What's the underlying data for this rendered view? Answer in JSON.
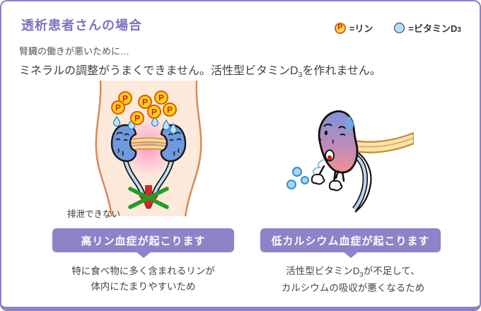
{
  "page": {
    "title": "透析患者さんの場合"
  },
  "legend": {
    "phosphorus_symbol": "P",
    "phosphorus_label": "=リン",
    "vitamin_d_label_pre": "=ビタミンD",
    "vitamin_d_label_sub": "3"
  },
  "intro": {
    "line1": "腎臓の働きが悪いために…",
    "line2_pre": "ミネラルの調整がうまくできません。活性型ビタミンD",
    "line2_sub": "3",
    "line2_post": "を作れません。"
  },
  "left_panel": {
    "excrete_label": "排泄できない",
    "banner_label": "高リン血症が起こります",
    "caption_line1": "特に食べ物に多く含まれるリンが",
    "caption_line2": "体内にたまりやすいため"
  },
  "right_panel": {
    "banner_label": "低カルシウム血症が起こります",
    "caption_line1_pre": "活性型ビタミンD",
    "caption_line1_sub": "3",
    "caption_line1_post": "が不足して、",
    "caption_line2": "カルシウムの吸収が悪くなるため"
  },
  "colors": {
    "card_border_purple": "#8b82c6",
    "title_purple": "#7b71c5",
    "banner_purple": "#8c83c9",
    "phosphorus_yellow": "#ffd21e",
    "phosphorus_ring_orange": "#e06010",
    "phosphorus_letter_red": "#cc2200",
    "vitamin_d_blue": "#b8dcf2",
    "kidney_blue": "#6d9ae0",
    "skin": "#fdeada",
    "arrow_red": "#e02222",
    "cross_green": "#1d9e28"
  }
}
